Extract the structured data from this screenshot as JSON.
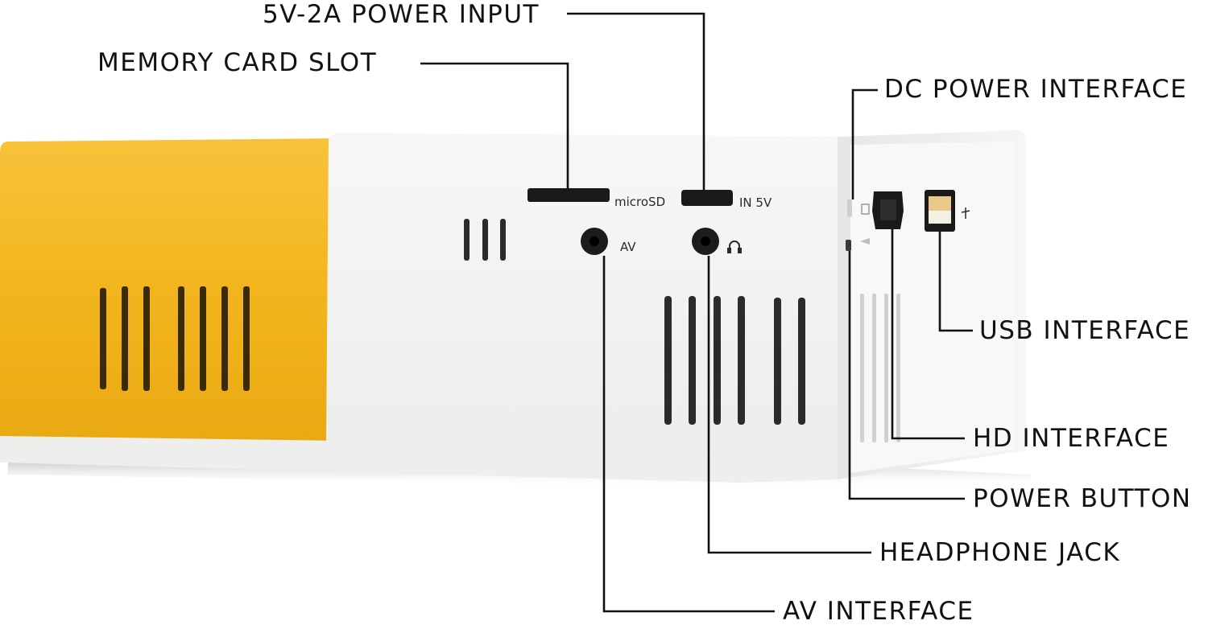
{
  "labels": {
    "power_input": "5V-2A POWER INPUT",
    "memory_card_slot": "MEMORY CARD SLOT",
    "dc_power_interface": "DC POWER INTERFACE",
    "usb_interface": "USB INTERFACE",
    "hd_interface": "HD INTERFACE",
    "power_button": "POWER BUTTON",
    "headphone_jack": "HEADPHONE JACK",
    "av_interface": "AV INTERFACE"
  },
  "device_marks": {
    "microsd": "microSD",
    "in_5v": "IN 5V",
    "av": "AV"
  },
  "colors": {
    "yellow_body": "#f5b820",
    "white_body": "#f4f4f2",
    "leader_line": "#111111"
  },
  "icons": {
    "headphone": "headphone-icon",
    "usb": "usb-icon",
    "power_button": "power-switch-icon"
  }
}
